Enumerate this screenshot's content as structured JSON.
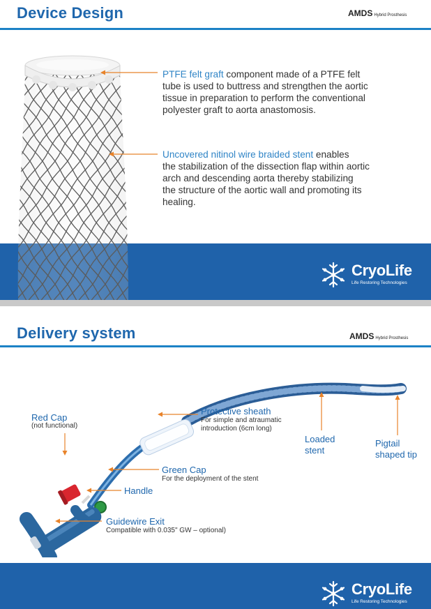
{
  "slide1": {
    "title": "Device Design",
    "brand": "AMDS",
    "brand_sub": "Hybrid Prosthesis",
    "callouts": [
      {
        "term": "PTFE felt graft",
        "rest": " component made of a PTFE felt",
        "lines": [
          "tube is used to buttress and strengthen the aortic",
          "tissue in preparation to perform the conventional",
          "polyester graft to aorta anastomosis."
        ]
      },
      {
        "term": "Uncovered nitinol wire braided stent",
        "rest": " enables",
        "lines": [
          "the stabilization of the dissection flap within aortic",
          "arch and descending aorta thereby stabilizing",
          "the structure of the aortic wall and promoting its",
          "healing."
        ]
      }
    ]
  },
  "slide2": {
    "title": "Delivery system",
    "brand": "AMDS",
    "brand_sub": "Hybrid Prosthesis",
    "labels": {
      "red_cap": "Red Cap",
      "red_cap_note": "(not functional)",
      "protective_sheath": "Protective sheath",
      "protective_sheath_note": [
        "For simple and atraumatic",
        "introduction (6cm long)"
      ],
      "loaded_stent": [
        "Loaded",
        "stent"
      ],
      "pigtail": [
        "Pigtail",
        "shaped tip"
      ],
      "green_cap": "Green Cap",
      "green_cap_note": "For the deployment of the stent",
      "handle": "Handle",
      "guidewire_exit": "Guidewire Exit",
      "guidewire_note": "Compatible with 0.035\" GW – optional)"
    }
  },
  "logo": {
    "word": "CryoLife",
    "tagline": "Life Restoring Technologies"
  },
  "colors": {
    "title": "#1f67ad",
    "accent": "#2f84c6",
    "footer": "#1f62aa",
    "leader": "#e8832a"
  }
}
